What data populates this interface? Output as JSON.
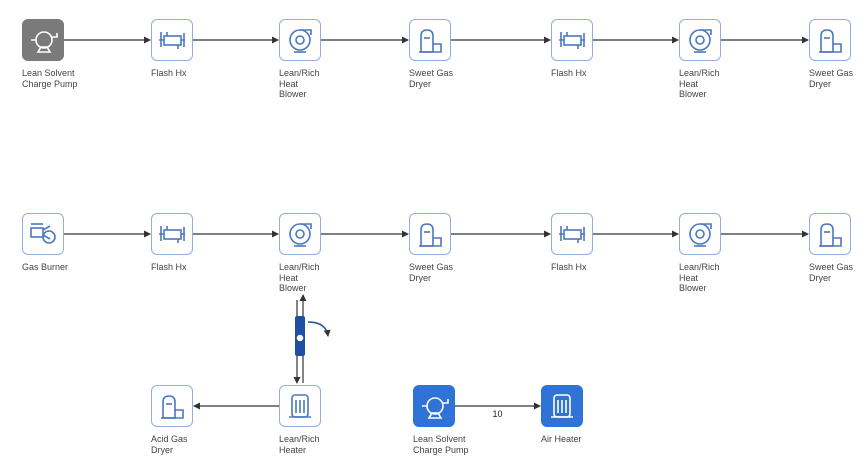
{
  "diagram": {
    "nodes": [
      {
        "id": "n1",
        "type": "pump",
        "label": "Lean Solvent\nCharge Pump",
        "style": "grey"
      },
      {
        "id": "n2",
        "type": "hx",
        "label": "Flash Hx",
        "style": "outline"
      },
      {
        "id": "n3",
        "type": "blower",
        "label": "Lean/Rich\nHeat\nBlower",
        "style": "outline"
      },
      {
        "id": "n4",
        "type": "dryer",
        "label": "Sweet Gas\nDryer",
        "style": "outline"
      },
      {
        "id": "n5",
        "type": "hx",
        "label": "Flash Hx",
        "style": "outline"
      },
      {
        "id": "n6",
        "type": "blower",
        "label": "Lean/Rich\nHeat\nBlower",
        "style": "outline"
      },
      {
        "id": "n7",
        "type": "dryer",
        "label": "Sweet Gas\nDryer",
        "style": "outline"
      },
      {
        "id": "n8",
        "type": "burner",
        "label": "Gas Burner",
        "style": "outline"
      },
      {
        "id": "n9",
        "type": "hx",
        "label": "Flash Hx",
        "style": "outline"
      },
      {
        "id": "n10",
        "type": "blower",
        "label": "Lean/Rich\nHeat\nBlower",
        "style": "outline"
      },
      {
        "id": "n11",
        "type": "dryer",
        "label": "Sweet Gas\nDryer",
        "style": "outline"
      },
      {
        "id": "n12",
        "type": "hx",
        "label": "Flash Hx",
        "style": "outline"
      },
      {
        "id": "n13",
        "type": "blower",
        "label": "Lean/Rich\nHeat\nBlower",
        "style": "outline"
      },
      {
        "id": "n14",
        "type": "dryer",
        "label": "Sweet Gas\nDryer",
        "style": "outline"
      },
      {
        "id": "n15",
        "type": "dryer",
        "label": "Acid Gas\nDryer",
        "style": "outline"
      },
      {
        "id": "n16",
        "type": "heater",
        "label": "Lean/Rich\nHeater",
        "style": "outline"
      },
      {
        "id": "n17",
        "type": "pump",
        "label": "Lean Solvent\nCharge Pump",
        "style": "blue"
      },
      {
        "id": "n18",
        "type": "heater",
        "label": "Air Heater",
        "style": "blue"
      }
    ],
    "edges": [
      {
        "from": "n1",
        "to": "n2",
        "label": ""
      },
      {
        "from": "n2",
        "to": "n3",
        "label": ""
      },
      {
        "from": "n3",
        "to": "n4",
        "label": ""
      },
      {
        "from": "n4",
        "to": "n5",
        "label": ""
      },
      {
        "from": "n5",
        "to": "n6",
        "label": ""
      },
      {
        "from": "n6",
        "to": "n7",
        "label": ""
      },
      {
        "from": "n8",
        "to": "n9",
        "label": ""
      },
      {
        "from": "n9",
        "to": "n10",
        "label": ""
      },
      {
        "from": "n10",
        "to": "n11",
        "label": ""
      },
      {
        "from": "n11",
        "to": "n12",
        "label": ""
      },
      {
        "from": "n12",
        "to": "n13",
        "label": ""
      },
      {
        "from": "n13",
        "to": "n14",
        "label": ""
      },
      {
        "from": "n10",
        "to": "n16",
        "label": "",
        "route": "valve"
      },
      {
        "from": "n16",
        "to": "n15",
        "label": ""
      },
      {
        "from": "n17",
        "to": "n18",
        "label": "10"
      }
    ],
    "colors": {
      "outline": "#8fb0dd",
      "grey_fill": "#7a7a7a",
      "blue_fill": "#2f73d6",
      "valve_fill": "#1f4fa3",
      "edge": "#333333"
    }
  }
}
